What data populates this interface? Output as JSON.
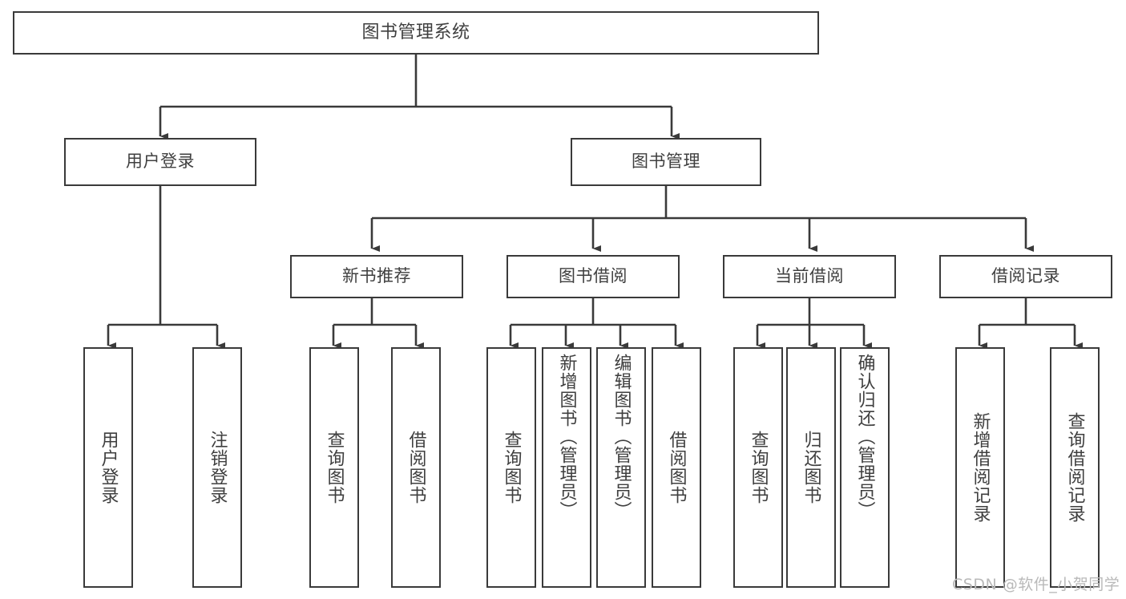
{
  "diagram": {
    "type": "tree-hierarchy",
    "title": "图书管理系统",
    "orientation": "top-down",
    "colors": {
      "box_border": "#3a3a3a",
      "box_fill": "#ffffff",
      "edge": "#3a3a3a",
      "text": "#3f3f3f",
      "watermark": "#b9b9b9",
      "background": "#ffffff"
    },
    "levels": {
      "root": [
        "图书管理系统"
      ],
      "level2": [
        "用户登录",
        "图书管理"
      ],
      "level3": [
        "新书推荐",
        "图书借阅",
        "当前借阅",
        "借阅记录"
      ]
    },
    "nodes": {
      "root": {
        "label": "图书管理系统"
      },
      "user_login": {
        "label": "用户登录"
      },
      "book_manage": {
        "label": "图书管理"
      },
      "new_book_rec": {
        "label": "新书推荐"
      },
      "book_borrow": {
        "label": "图书借阅"
      },
      "current_borrow": {
        "label": "当前借阅"
      },
      "borrow_record": {
        "label": "借阅记录"
      }
    },
    "leaves": {
      "user_login": [
        {
          "label": "用户登录"
        },
        {
          "label": "注销登录"
        }
      ],
      "new_book_rec": [
        {
          "label": "查询图书"
        },
        {
          "label": "借阅图书"
        }
      ],
      "book_borrow": [
        {
          "label": "查询图书"
        },
        {
          "label": "新增图书（管理员）"
        },
        {
          "label": "编辑图书（管理员）"
        },
        {
          "label": "借阅图书"
        }
      ],
      "current_borrow": [
        {
          "label": "查询图书"
        },
        {
          "label": "归还图书"
        },
        {
          "label": "确认归还（管理员）"
        }
      ],
      "borrow_record": [
        {
          "label": "新增借阅记录"
        },
        {
          "label": "查询借阅记录"
        }
      ]
    },
    "edges": [
      {
        "from": "图书管理系统",
        "to": "用户登录"
      },
      {
        "from": "图书管理系统",
        "to": "图书管理"
      },
      {
        "from": "用户登录",
        "to": "用户登录"
      },
      {
        "from": "用户登录",
        "to": "注销登录"
      },
      {
        "from": "图书管理",
        "to": "新书推荐"
      },
      {
        "from": "图书管理",
        "to": "图书借阅"
      },
      {
        "from": "图书管理",
        "to": "当前借阅"
      },
      {
        "from": "图书管理",
        "to": "借阅记录"
      },
      {
        "from": "新书推荐",
        "to": "查询图书"
      },
      {
        "from": "新书推荐",
        "to": "借阅图书"
      },
      {
        "from": "图书借阅",
        "to": "查询图书"
      },
      {
        "from": "图书借阅",
        "to": "新增图书（管理员）"
      },
      {
        "from": "图书借阅",
        "to": "编辑图书（管理员）"
      },
      {
        "from": "图书借阅",
        "to": "借阅图书"
      },
      {
        "from": "当前借阅",
        "to": "查询图书"
      },
      {
        "from": "当前借阅",
        "to": "归还图书"
      },
      {
        "from": "当前借阅",
        "to": "确认归还（管理员）"
      },
      {
        "from": "借阅记录",
        "to": "新增借阅记录"
      },
      {
        "from": "借阅记录",
        "to": "查询借阅记录"
      }
    ]
  },
  "watermark": {
    "text": "CSDN @软件_小贺同学"
  }
}
